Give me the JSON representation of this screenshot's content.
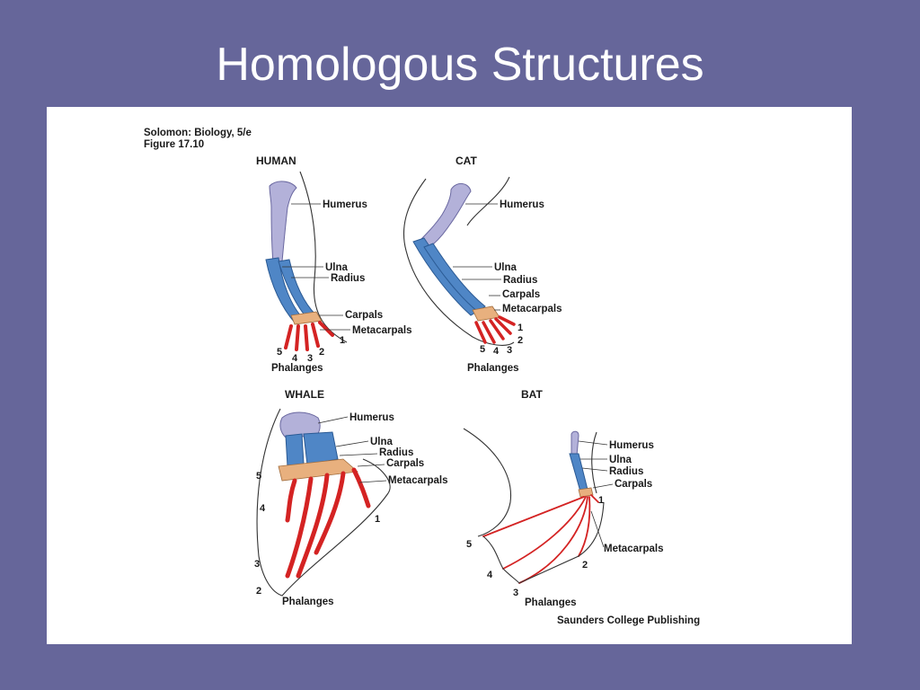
{
  "slide": {
    "title": "Homologous Structures"
  },
  "figure": {
    "source_line1": "Solomon: Biology, 5/e",
    "source_line2": "Figure 17.10",
    "publisher": "Saunders College Publishing"
  },
  "human": {
    "heading": "HUMAN",
    "labels": {
      "humerus": "Humerus",
      "ulna": "Ulna",
      "radius": "Radius",
      "carpals": "Carpals",
      "metacarpals": "Metacarpals",
      "phalanges": "Phalanges"
    },
    "digits": [
      "1",
      "2",
      "3",
      "4",
      "5"
    ]
  },
  "cat": {
    "heading": "CAT",
    "labels": {
      "humerus": "Humerus",
      "ulna": "Ulna",
      "radius": "Radius",
      "carpals": "Carpals",
      "metacarpals": "Metacarpals",
      "phalanges": "Phalanges"
    },
    "digits": [
      "1",
      "2",
      "3",
      "4",
      "5"
    ]
  },
  "whale": {
    "heading": "WHALE",
    "labels": {
      "humerus": "Humerus",
      "ulna": "Ulna",
      "radius": "Radius",
      "carpals": "Carpals",
      "metacarpals": "Metacarpals",
      "phalanges": "Phalanges"
    },
    "digits": [
      "1",
      "2",
      "3",
      "4",
      "5"
    ]
  },
  "bat": {
    "heading": "BAT",
    "labels": {
      "humerus": "Humerus",
      "ulna": "Ulna",
      "radius": "Radius",
      "carpals": "Carpals",
      "metacarpals": "Metacarpals",
      "phalanges": "Phalanges"
    },
    "digits": [
      "1",
      "2",
      "3",
      "4",
      "5"
    ]
  },
  "colors": {
    "background": "#66669a",
    "humerus": "#b3b1d9",
    "ulna_radius": "#4f86c6",
    "carpals": "#e8b07e",
    "digits": "#d42323"
  }
}
